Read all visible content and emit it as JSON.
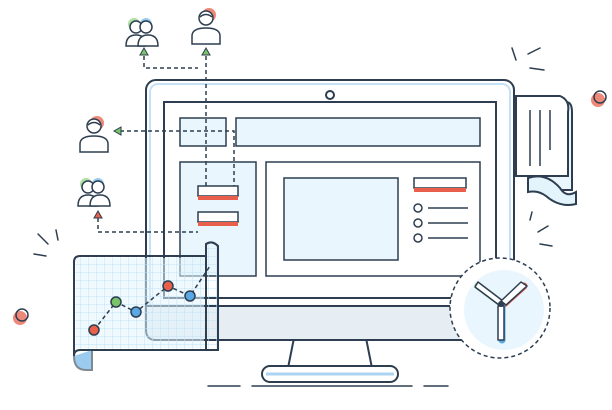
{
  "colors": {
    "ink": "#2d3e50",
    "accent_red": "#e8604c",
    "accent_blue": "#5aa9e6",
    "accent_green": "#79c66a",
    "light_blue": "#e3f4fd",
    "grid_blue": "#bfe3f7",
    "screen_blue": "#eaf6fd",
    "paper": "#ffffff"
  },
  "icons": {
    "users_top_left": "users-group-icon",
    "user_top": "user-icon",
    "user_left": "user-icon",
    "users_left": "users-group-icon",
    "monitor": "desktop-monitor-icon",
    "chart_sheet": "line-chart-sheet-icon",
    "document": "document-scroll-icon",
    "clock": "clock-icon"
  },
  "chart_sheet_points": [
    {
      "color": "accent_red"
    },
    {
      "color": "accent_green"
    },
    {
      "color": "accent_blue"
    },
    {
      "color": "accent_red"
    },
    {
      "color": "accent_blue"
    }
  ]
}
